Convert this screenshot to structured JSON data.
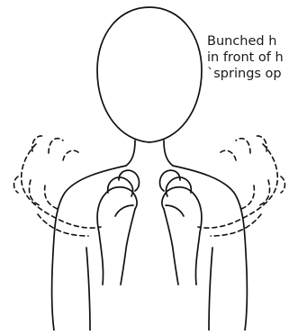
{
  "caption": {
    "lines": [
      "Bunched h",
      "in front of h",
      "`springs op"
    ]
  },
  "icons": {
    "person": "signing-figure-icon",
    "left_hand": "bunched-hand-icon",
    "right_hand": "bunched-hand-icon",
    "left_motion": "spread-fingers-motion-icon",
    "right_motion": "spread-fingers-motion-icon"
  }
}
